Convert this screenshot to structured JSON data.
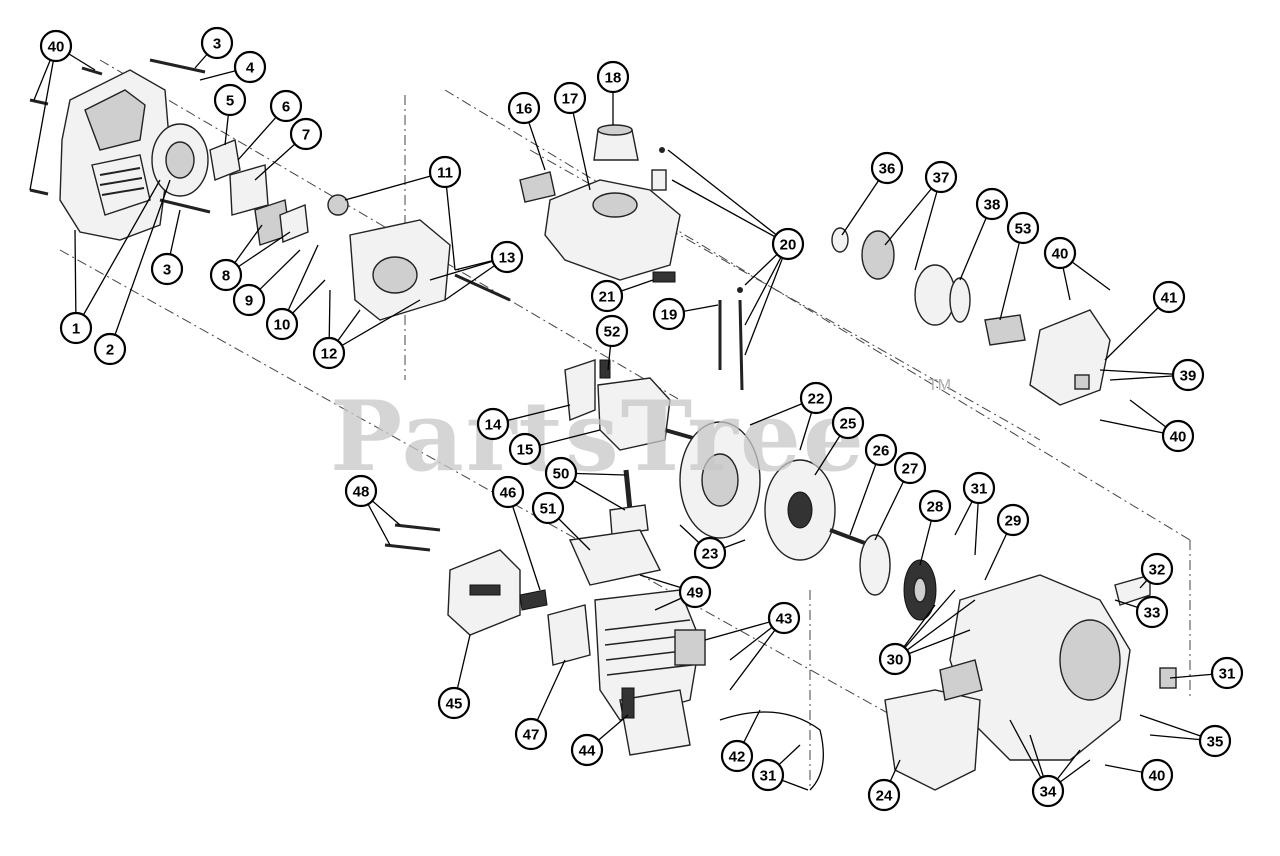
{
  "watermark": {
    "text": "PartsTree",
    "mark": "TM"
  },
  "callouts": [
    {
      "id": "40",
      "label": "40"
    },
    {
      "id": "3a",
      "label": "3"
    },
    {
      "id": "4",
      "label": "4"
    },
    {
      "id": "5",
      "label": "5"
    },
    {
      "id": "6",
      "label": "6"
    },
    {
      "id": "7",
      "label": "7"
    },
    {
      "id": "3b",
      "label": "3"
    },
    {
      "id": "1",
      "label": "1"
    },
    {
      "id": "2",
      "label": "2"
    },
    {
      "id": "8",
      "label": "8"
    },
    {
      "id": "9",
      "label": "9"
    },
    {
      "id": "10",
      "label": "10"
    },
    {
      "id": "11",
      "label": "11"
    },
    {
      "id": "12",
      "label": "12"
    },
    {
      "id": "13",
      "label": "13"
    },
    {
      "id": "16",
      "label": "16"
    },
    {
      "id": "17",
      "label": "17"
    },
    {
      "id": "18",
      "label": "18"
    },
    {
      "id": "20",
      "label": "20"
    },
    {
      "id": "21",
      "label": "21"
    },
    {
      "id": "19",
      "label": "19"
    },
    {
      "id": "52",
      "label": "52"
    },
    {
      "id": "14",
      "label": "14"
    },
    {
      "id": "15",
      "label": "15"
    },
    {
      "id": "36",
      "label": "36"
    },
    {
      "id": "37",
      "label": "37"
    },
    {
      "id": "38",
      "label": "38"
    },
    {
      "id": "53",
      "label": "53"
    },
    {
      "id": "40b",
      "label": "40"
    },
    {
      "id": "41",
      "label": "41"
    },
    {
      "id": "39",
      "label": "39"
    },
    {
      "id": "40c",
      "label": "40"
    },
    {
      "id": "22",
      "label": "22"
    },
    {
      "id": "25",
      "label": "25"
    },
    {
      "id": "26",
      "label": "26"
    },
    {
      "id": "27",
      "label": "27"
    },
    {
      "id": "28",
      "label": "28"
    },
    {
      "id": "31a",
      "label": "31"
    },
    {
      "id": "29",
      "label": "29"
    },
    {
      "id": "50",
      "label": "50"
    },
    {
      "id": "51",
      "label": "51"
    },
    {
      "id": "23",
      "label": "23"
    },
    {
      "id": "48",
      "label": "48"
    },
    {
      "id": "46",
      "label": "46"
    },
    {
      "id": "49",
      "label": "49"
    },
    {
      "id": "43",
      "label": "43"
    },
    {
      "id": "45",
      "label": "45"
    },
    {
      "id": "47",
      "label": "47"
    },
    {
      "id": "44",
      "label": "44"
    },
    {
      "id": "42",
      "label": "42"
    },
    {
      "id": "31b",
      "label": "31"
    },
    {
      "id": "24",
      "label": "24"
    },
    {
      "id": "30",
      "label": "30"
    },
    {
      "id": "32",
      "label": "32"
    },
    {
      "id": "33",
      "label": "33"
    },
    {
      "id": "31c",
      "label": "31"
    },
    {
      "id": "35",
      "label": "35"
    },
    {
      "id": "34",
      "label": "34"
    },
    {
      "id": "40d",
      "label": "40"
    }
  ]
}
